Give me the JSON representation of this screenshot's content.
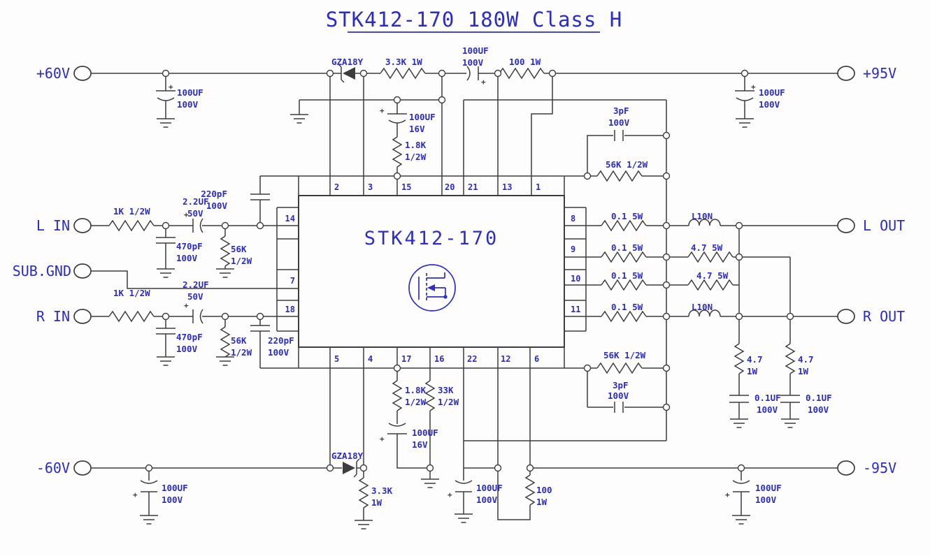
{
  "title": "STK412-170 180W Class H",
  "ic": {
    "name": "STK412-170",
    "pins_top": [
      "2",
      "3",
      "15",
      "20",
      "21",
      "13",
      "1"
    ],
    "pins_bottom": [
      "5",
      "4",
      "17",
      "16",
      "22",
      "12",
      "6"
    ],
    "pins_left": [
      "14",
      "7",
      "18"
    ],
    "pins_right": [
      "8",
      "9",
      "10",
      "11"
    ]
  },
  "terminals": {
    "supply_pos_low": "+60V",
    "input_left": "L  IN",
    "sub_gnd": "SUB.GND",
    "input_right": "R  IN",
    "supply_neg_low": "-60V",
    "supply_pos_high": "+95V",
    "output_left": "L  OUT",
    "output_right": "R  OUT",
    "supply_neg_high": "-95V"
  },
  "parts": {
    "plus": "+",
    "psu_cap": {
      "l1": "100UF",
      "l2": "100V"
    },
    "zener": "GZA18Y",
    "r_3k3_top": "3.3K 1W",
    "r_100_top": "100 1W",
    "bias_cap": {
      "l1": "100UF",
      "l2": "16V"
    },
    "bias_res": {
      "l1": "1.8K",
      "l2": "1/2W"
    },
    "fb_cap": {
      "l1": "3pF",
      "l2": "100V"
    },
    "fb_res": "56K 1/2W",
    "in_res": "1K 1/2W",
    "couple_cap": {
      "l1": "2.2UF",
      "l2": "50V"
    },
    "filter_cap": {
      "l1": "470pF",
      "l2": "100V"
    },
    "in_bias_res": {
      "l1": "56K",
      "l2": "1/2W"
    },
    "comp_cap": {
      "l1": "220pF",
      "l2": "100V"
    },
    "out_res": "0.1 5W",
    "out_ind": "L10N",
    "out_r47": "4.7 5W",
    "zobel_res": {
      "l1": "4.7",
      "l2": "1W"
    },
    "zobel_cap": {
      "l1": "0.1UF",
      "l2": "100V"
    },
    "r_33k": {
      "l1": "33K",
      "l2": "1/2W"
    },
    "r_3k3_bot": {
      "l1": "3.3K",
      "l2": "1W"
    },
    "r_100_bot": {
      "l1": "100",
      "l2": "1W"
    }
  },
  "colors": {
    "label_blue": "#2b2bc8",
    "wire": "#3d3d3d",
    "background": "#fdfdfd"
  }
}
